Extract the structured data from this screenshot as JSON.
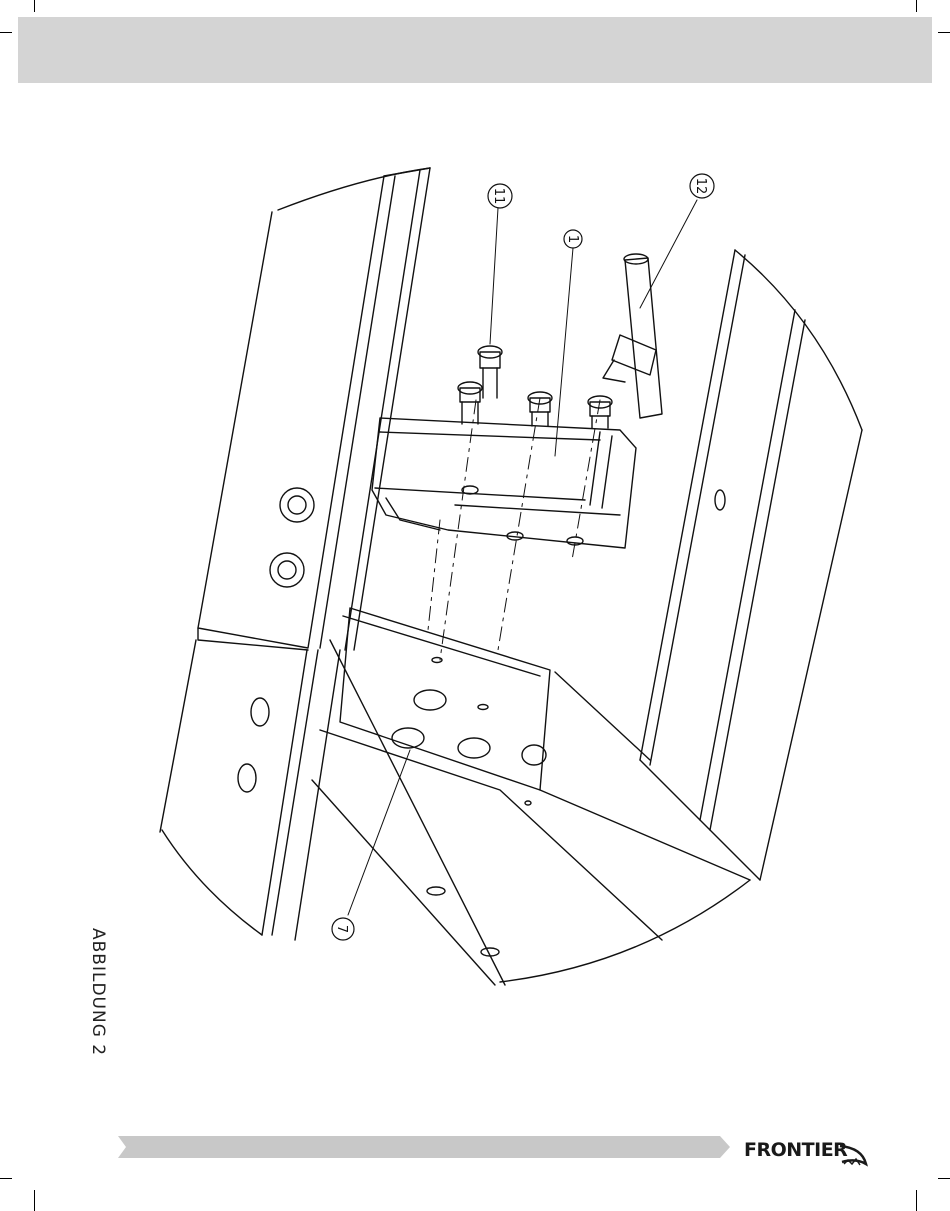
{
  "header": {
    "band_color": "#d4d4d4"
  },
  "figure": {
    "label": "ABBILDUNG  2",
    "callouts": [
      {
        "id": "callout-11",
        "text": "11"
      },
      {
        "id": "callout-1",
        "text": "1"
      },
      {
        "id": "callout-12",
        "text": "12"
      },
      {
        "id": "callout-7",
        "text": "7"
      }
    ]
  },
  "footer": {
    "bar_color": "#c8c8c8",
    "logo": "FRONTIER"
  }
}
